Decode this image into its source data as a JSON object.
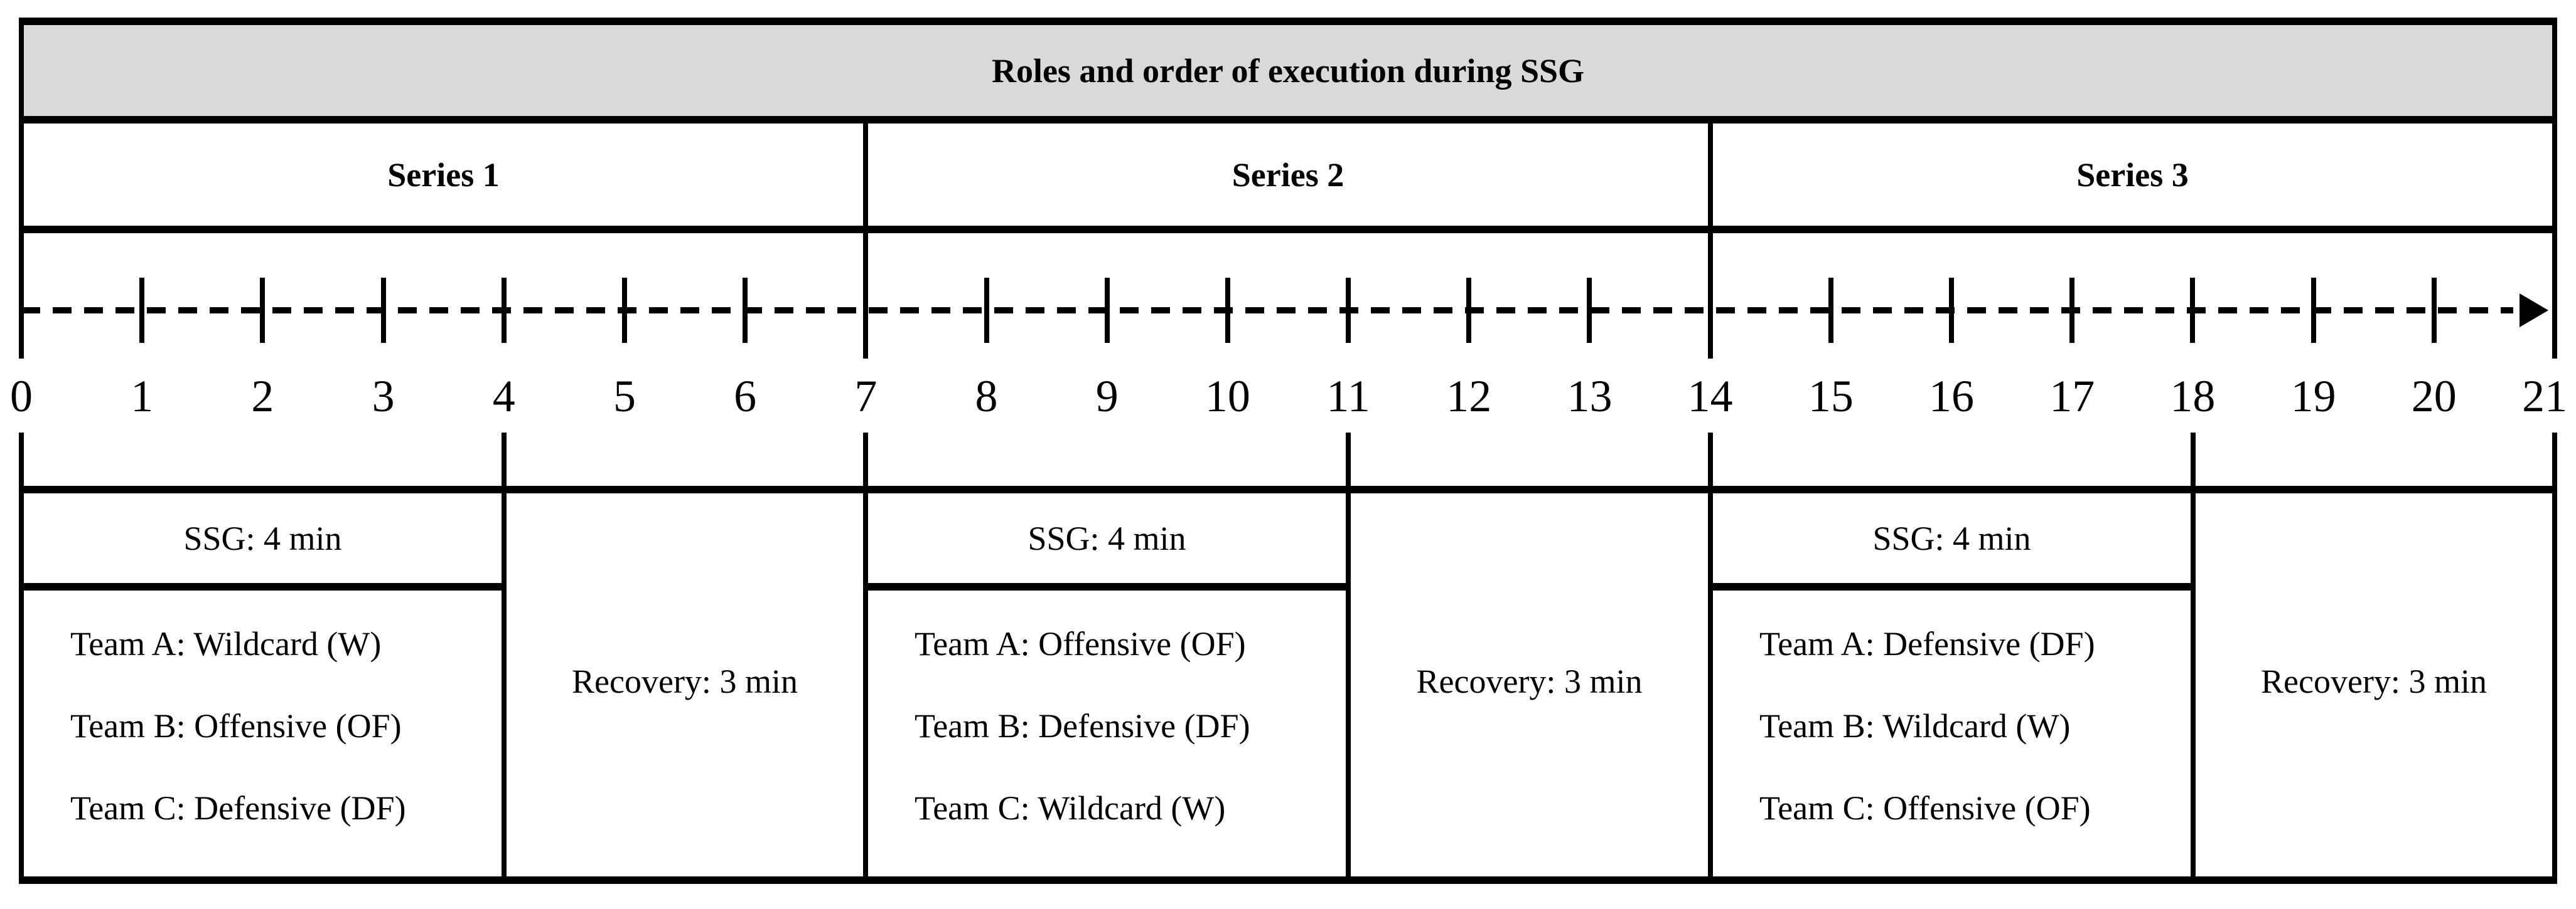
{
  "title": "Roles and order of execution during SSG",
  "timeline": {
    "axis_start_min": 0,
    "axis_end_min": 21,
    "tick_labels": [
      "0",
      "1",
      "2",
      "3",
      "4",
      "5",
      "6",
      "7",
      "8",
      "9",
      "10",
      "11",
      "12",
      "13",
      "14",
      "15",
      "16",
      "17",
      "18",
      "19",
      "20",
      "21"
    ],
    "boundary_ticks": [
      0,
      7,
      14,
      21
    ],
    "block_boundaries_min": [
      0,
      4,
      7,
      11,
      14,
      18,
      21
    ]
  },
  "series": [
    {
      "label": "Series 1",
      "start_min": 0,
      "ssg_end_min": 4,
      "end_min": 7,
      "ssg_label": "SSG: 4 min",
      "teams": [
        "Team A: Wildcard (W)",
        "Team B: Offensive (OF)",
        "Team C: Defensive (DF)"
      ],
      "recovery_label": "Recovery: 3 min"
    },
    {
      "label": "Series 2",
      "start_min": 7,
      "ssg_end_min": 11,
      "end_min": 14,
      "ssg_label": "SSG: 4 min",
      "teams": [
        "Team A: Offensive (OF)",
        "Team B: Defensive (DF)",
        "Team C: Wildcard (W)"
      ],
      "recovery_label": "Recovery: 3 min"
    },
    {
      "label": "Series 3",
      "start_min": 14,
      "ssg_end_min": 18,
      "end_min": 21,
      "ssg_label": "SSG: 4 min",
      "teams": [
        "Team A: Defensive (DF)",
        "Team B: Wildcard (W)",
        "Team C: Offensive (OF)"
      ],
      "recovery_label": "Recovery: 3 min"
    }
  ],
  "colors": {
    "header_bg": "#d9d9d9",
    "line": "#000000",
    "background": "#ffffff"
  }
}
